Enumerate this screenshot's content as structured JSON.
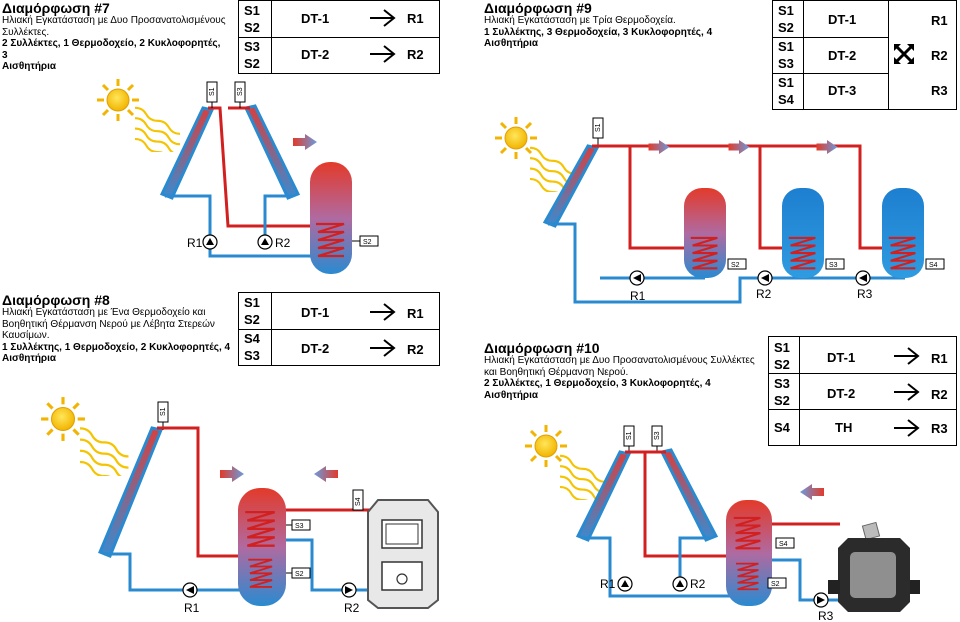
{
  "panels": {
    "p7": {
      "title": "Διαμόρφωση #7",
      "desc": [
        "Ηλιακή Εγκατάσταση με Δυο Προσανατολισμένους",
        "Συλλέκτες."
      ],
      "bold": [
        "2 Συλλέκτες, 1 Θερμοδοχείο, 2 Κυκλοφορητές, 3",
        "Αισθητήρια"
      ],
      "table": {
        "rows": [
          {
            "sensors": [
              "S1",
              "S2"
            ],
            "func": "DT-1",
            "relay": "R1"
          },
          {
            "sensors": [
              "S3",
              "S2"
            ],
            "func": "DT-2",
            "relay": "R2"
          }
        ]
      },
      "sensor_tags": [
        "S1",
        "S3",
        "S2"
      ],
      "pump_labels": [
        "R1",
        "R2"
      ]
    },
    "p9": {
      "title": "Διαμόρφωση #9",
      "desc": [
        "Ηλιακή Εγκατάσταση με Τρία Θερμοδοχεία."
      ],
      "bold": [
        "1 Συλλέκτης, 3 Θερμοδοχεία, 3 Κυκλοφορητές, 4",
        "Αισθητήρια"
      ],
      "table": {
        "rows": [
          {
            "sensors": [
              "S1",
              "S2"
            ],
            "func": "DT-1",
            "relay": "R1"
          },
          {
            "sensors": [
              "S1",
              "S3"
            ],
            "func": "DT-2",
            "relay": "R2"
          },
          {
            "sensors": [
              "S1",
              "S4"
            ],
            "func": "DT-3",
            "relay": "R3"
          }
        ]
      },
      "sensor_tags": [
        "S1",
        "S2",
        "S3",
        "S4"
      ],
      "pump_labels": [
        "R1",
        "R2",
        "R3"
      ]
    },
    "p8": {
      "title": "Διαμόρφωση #8",
      "desc": [
        "Ηλιακή Εγκατάσταση με Ένα Θερμοδοχείο και",
        "Βοηθητική Θέρμανση Νερού με Λέβητα Στερεών",
        "Καυσίμων."
      ],
      "bold": [
        "1 Συλλέκτης, 1 Θερμοδοχείο, 2 Κυκλοφορητές, 4",
        "Αισθητήρια"
      ],
      "table": {
        "rows": [
          {
            "sensors": [
              "S1",
              "S2"
            ],
            "func": "DT-1",
            "relay": "R1"
          },
          {
            "sensors": [
              "S4",
              "S3"
            ],
            "func": "DT-2",
            "relay": "R2"
          }
        ]
      },
      "sensor_tags": [
        "S1",
        "S3",
        "S2",
        "S4"
      ],
      "pump_labels": [
        "R1",
        "R2"
      ]
    },
    "p10": {
      "title": "Διαμόρφωση #10",
      "desc": [
        "Ηλιακή Εγκατάσταση με Δυο Προσανατολισμένους Συλλέκτες",
        "και Βοηθητική Θέρμανση Νερού."
      ],
      "bold": [
        "2 Συλλέκτες, 1 Θερμοδοχείο, 3 Κυκλοφορητές, 4",
        "Αισθητήρια"
      ],
      "table": {
        "rows": [
          {
            "sensors": [
              "S1",
              "S2"
            ],
            "func": "DT-1",
            "relay": "R1"
          },
          {
            "sensors": [
              "S3",
              "S2"
            ],
            "func": "DT-2",
            "relay": "R2"
          },
          {
            "sensors": [
              "S4"
            ],
            "func": "TH",
            "relay": "R3"
          }
        ]
      },
      "sensor_tags": [
        "S1",
        "S3",
        "S4",
        "S2"
      ],
      "pump_labels": [
        "R1",
        "R2",
        "R3"
      ]
    }
  },
  "colors": {
    "hot": "#e23a2a",
    "cold": "#2a8ad0",
    "sun": "#f5c400",
    "arrow": "#d7262a"
  },
  "icons": [
    "sun-icon",
    "heat-rays-icon",
    "pump-icon",
    "flow-arrow-icon",
    "cross-arrows-icon",
    "right-arrow-icon"
  ]
}
